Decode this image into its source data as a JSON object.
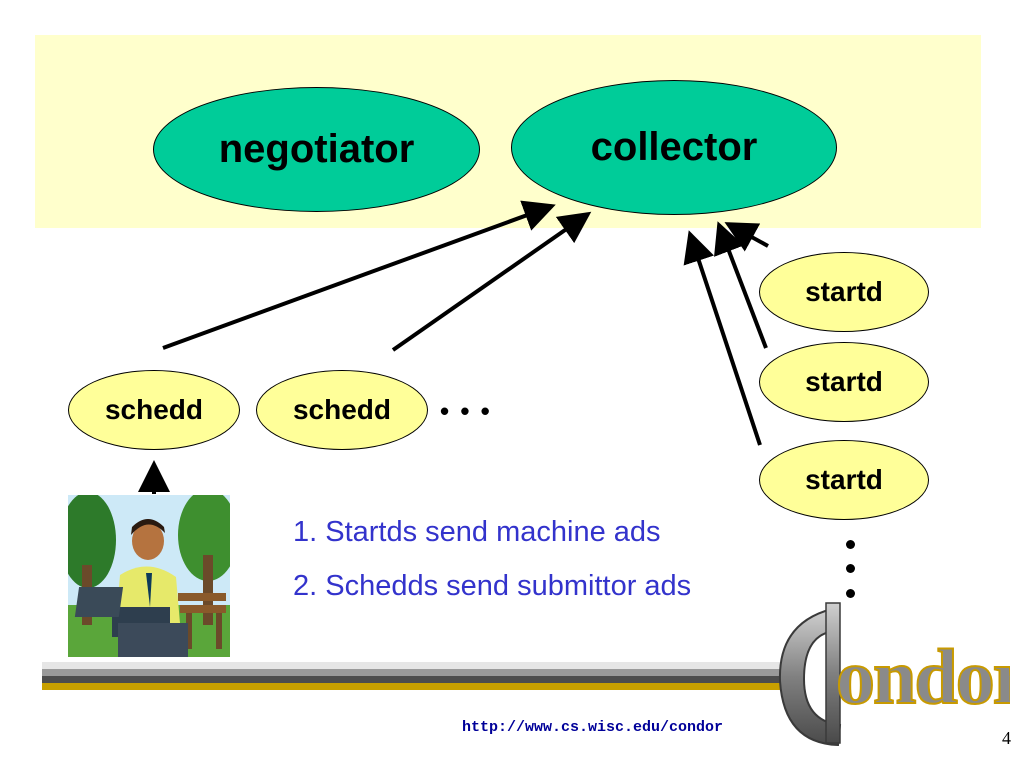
{
  "diagram": {
    "central_manager": {
      "negotiator": "negotiator",
      "collector": "collector"
    },
    "startds": [
      "startd",
      "startd",
      "startd"
    ],
    "schedds": [
      "schedd",
      "schedd"
    ],
    "schedd_ellipsis": "• • •"
  },
  "steps": [
    "1. Startds send machine ads",
    "2. Schedds send submittor ads"
  ],
  "footer": {
    "url": "http://www.cs.wisc.edu/condor",
    "page_number": "4"
  },
  "logo": {
    "text": "Condor"
  },
  "colors": {
    "central_box": "#FFFFCC",
    "central_daemon": "#00CC99",
    "node_daemon": "#FFFF99",
    "step_text": "#3333CC",
    "url_text": "#000099"
  },
  "icons": [
    "user-at-laptop-clipart",
    "condor-logo"
  ]
}
